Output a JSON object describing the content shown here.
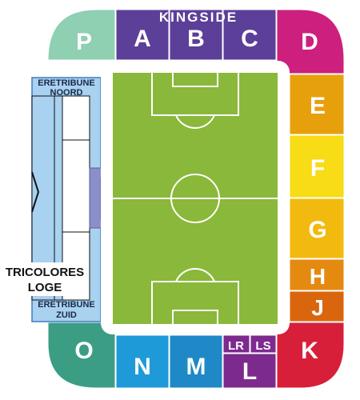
{
  "stadium": {
    "kingside_label": "KINGSIDE",
    "eretribune_noord": [
      "ERETRIBUNE",
      "NOORD"
    ],
    "eretribune_zuid": [
      "ERETRIBUNE",
      "ZUID"
    ],
    "tricolores_loge": [
      "TRICOLORES",
      "LOGE"
    ]
  },
  "sections": [
    {
      "id": "P",
      "label": "P",
      "color": "#8fcfb2"
    },
    {
      "id": "A",
      "label": "A",
      "color": "#5b3f99"
    },
    {
      "id": "B",
      "label": "B",
      "color": "#5b3f99"
    },
    {
      "id": "C",
      "label": "C",
      "color": "#5b3f99"
    },
    {
      "id": "D",
      "label": "D",
      "color": "#cc1f7e"
    },
    {
      "id": "E",
      "label": "E",
      "color": "#e5a00c"
    },
    {
      "id": "F",
      "label": "F",
      "color": "#f7dc16"
    },
    {
      "id": "G",
      "label": "G",
      "color": "#f2b90f"
    },
    {
      "id": "H",
      "label": "H",
      "color": "#e58a11"
    },
    {
      "id": "J",
      "label": "J",
      "color": "#d9660c"
    },
    {
      "id": "K",
      "label": "K",
      "color": "#d81f3a"
    },
    {
      "id": "LR",
      "label": "LR",
      "color": "#7d2a8e"
    },
    {
      "id": "LS",
      "label": "LS",
      "color": "#7d2a8e"
    },
    {
      "id": "L",
      "label": "L",
      "color": "#7d2a8e"
    },
    {
      "id": "M",
      "label": "M",
      "color": "#1f88c6"
    },
    {
      "id": "N",
      "label": "N",
      "color": "#1f9ad8"
    },
    {
      "id": "O",
      "label": "O",
      "color": "#3b9e84"
    }
  ],
  "colors": {
    "pitch": "#8ab83a",
    "pitch_lines": "#ffffff",
    "west_stand": "#a9d1f0",
    "west_stand_border": "#3d7fc0",
    "tunnel": "#8a8fc9"
  }
}
